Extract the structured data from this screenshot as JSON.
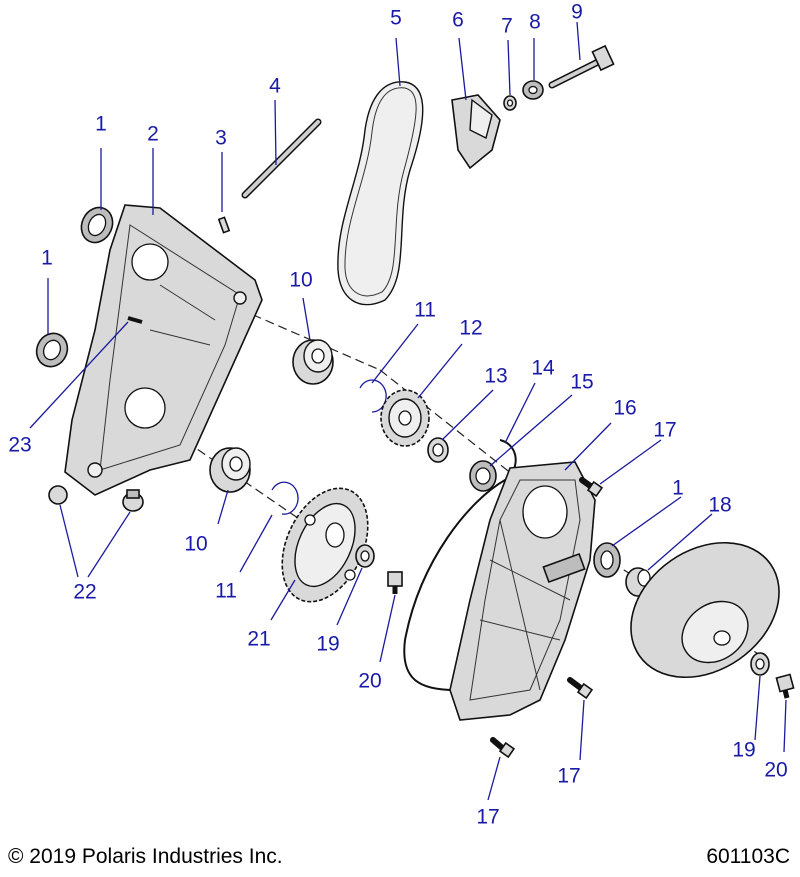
{
  "callouts": {
    "c1a": "1",
    "c1b": "1",
    "c1c": "1",
    "c2": "2",
    "c3": "3",
    "c4": "4",
    "c5": "5",
    "c6": "6",
    "c7": "7",
    "c8": "8",
    "c9": "9",
    "c10a": "10",
    "c10b": "10",
    "c11a": "11",
    "c11b": "11",
    "c12": "12",
    "c13": "13",
    "c14": "14",
    "c15": "15",
    "c16": "16",
    "c17a": "17",
    "c17b": "17",
    "c17c": "17",
    "c18": "18",
    "c19a": "19",
    "c19b": "19",
    "c20a": "20",
    "c20b": "20",
    "c21": "21",
    "c22": "22",
    "c23": "23"
  },
  "footer": {
    "copyright": "© 2019 Polaris Industries Inc.",
    "drawing_number": "601103C"
  },
  "colors": {
    "callout": "#1a1aa8",
    "part_fill": "#d9d9d9",
    "outline": "#111111"
  }
}
